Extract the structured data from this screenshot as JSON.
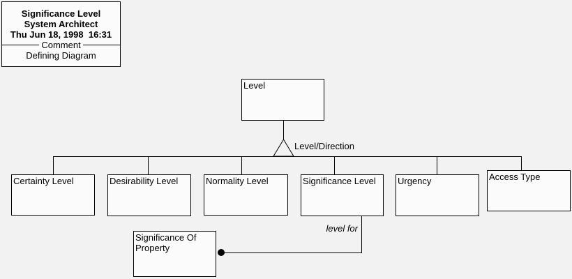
{
  "title_block": {
    "title": "Significance Level",
    "app_name": "System Architect",
    "timestamp": "Thu Jun 18, 1998  16:31",
    "separator_label": "Comment",
    "comment": "Defining Diagram"
  },
  "diagram": {
    "root": {
      "label": "Level"
    },
    "branch_label": "Level/Direction",
    "children": [
      {
        "label": "Certainty Level"
      },
      {
        "label": "Desirability Level"
      },
      {
        "label": "Normality Level"
      },
      {
        "label": "Significance Level"
      },
      {
        "label": "Urgency"
      },
      {
        "label": "Access Type"
      }
    ],
    "relation": {
      "label": "level for",
      "target": {
        "label": "Significance Of Property"
      }
    }
  },
  "colors": {
    "background": "#f2f2f2",
    "box_fill": "#fbfbfb",
    "line": "#000000"
  }
}
